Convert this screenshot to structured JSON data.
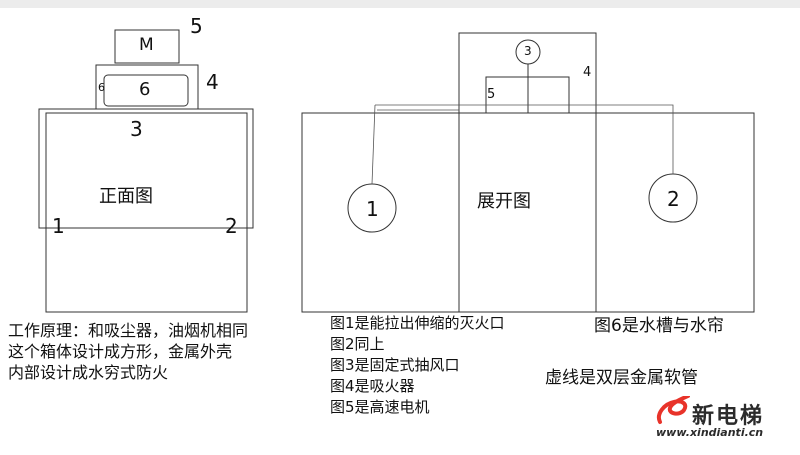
{
  "front_view": {
    "title": "正面图",
    "motor_label": "M",
    "motor_number": "5",
    "absorber_number": "4",
    "tank_number": "6",
    "tank_side_mark": "6",
    "fan_number": "3",
    "nozzle_left_number": "1",
    "nozzle_right_number": "2"
  },
  "expanded_view": {
    "title": "展开图",
    "fan_number": "3",
    "absorber_number": "4",
    "motor_number": "5",
    "nozzle_left_number": "1",
    "nozzle_right_number": "2"
  },
  "principle_lines": [
    "工作原理：和吸尘器，油烟机相同",
    "这个箱体设计成方形，金属外壳",
    "内部设计成水穷式防火"
  ],
  "legend_lines": [
    "图1是能拉出伸缩的灭火口",
    "图2同上",
    "图3是固定式抽风口",
    "图4是吸火器",
    "图5是高速电机"
  ],
  "note_tank": "图6是水槽与水帘",
  "note_hose": "虚线是双层金属软管",
  "logo": {
    "name": "新电梯",
    "url": "www.xindianti.cn",
    "brand_color": "#e8332a"
  }
}
